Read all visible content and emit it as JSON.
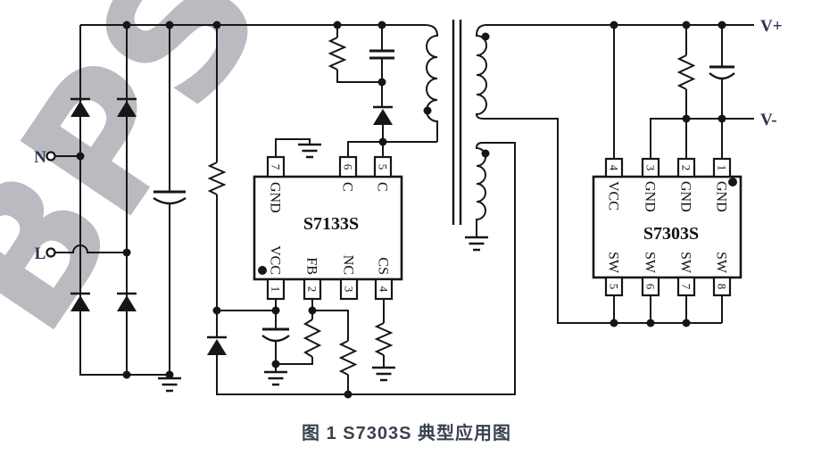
{
  "watermark": {
    "text": "BPS"
  },
  "caption": {
    "text": "图 1 S7303S 典型应用图"
  },
  "terminals": {
    "n": "N",
    "l": "L",
    "vplus": "V+",
    "vminus": "V-"
  },
  "ic1": {
    "name": "S7133S",
    "top_pins": [
      {
        "num": "7",
        "label": "GND"
      },
      {
        "num": "6",
        "label": "C"
      },
      {
        "num": "5",
        "label": "C"
      }
    ],
    "bottom_pins": [
      {
        "num": "1",
        "label": "VCC"
      },
      {
        "num": "2",
        "label": "FB"
      },
      {
        "num": "3",
        "label": "NC"
      },
      {
        "num": "4",
        "label": "CS"
      }
    ]
  },
  "ic2": {
    "name": "S7303S",
    "top_pins": [
      {
        "num": "4",
        "label": "VCC"
      },
      {
        "num": "3",
        "label": "GND"
      },
      {
        "num": "2",
        "label": "GND"
      },
      {
        "num": "1",
        "label": "GND"
      }
    ],
    "bottom_pins": [
      {
        "num": "5",
        "label": "SW"
      },
      {
        "num": "6",
        "label": "SW"
      },
      {
        "num": "7",
        "label": "SW"
      },
      {
        "num": "8",
        "label": "SW"
      }
    ]
  },
  "colors": {
    "line": "#161616",
    "label": "#2b3250",
    "caption": "#3a414f",
    "watermark": "#babbc0"
  }
}
